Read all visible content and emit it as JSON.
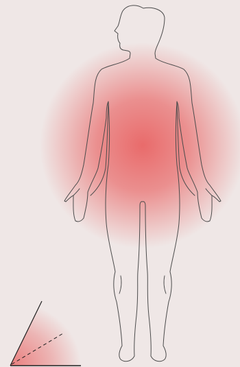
{
  "figure": {
    "body_outline": "human-front-silhouette-outline",
    "body_outline_color": "#4b4b4b",
    "glow": {
      "color": "#e85a5a",
      "center_region": "torso",
      "inner_opacity": 0.88,
      "outer_opacity": 0
    },
    "corner_indicator": {
      "glow_color": "#e85a5a",
      "line_color": "#1e1e1e",
      "dashed_ray": true
    }
  }
}
